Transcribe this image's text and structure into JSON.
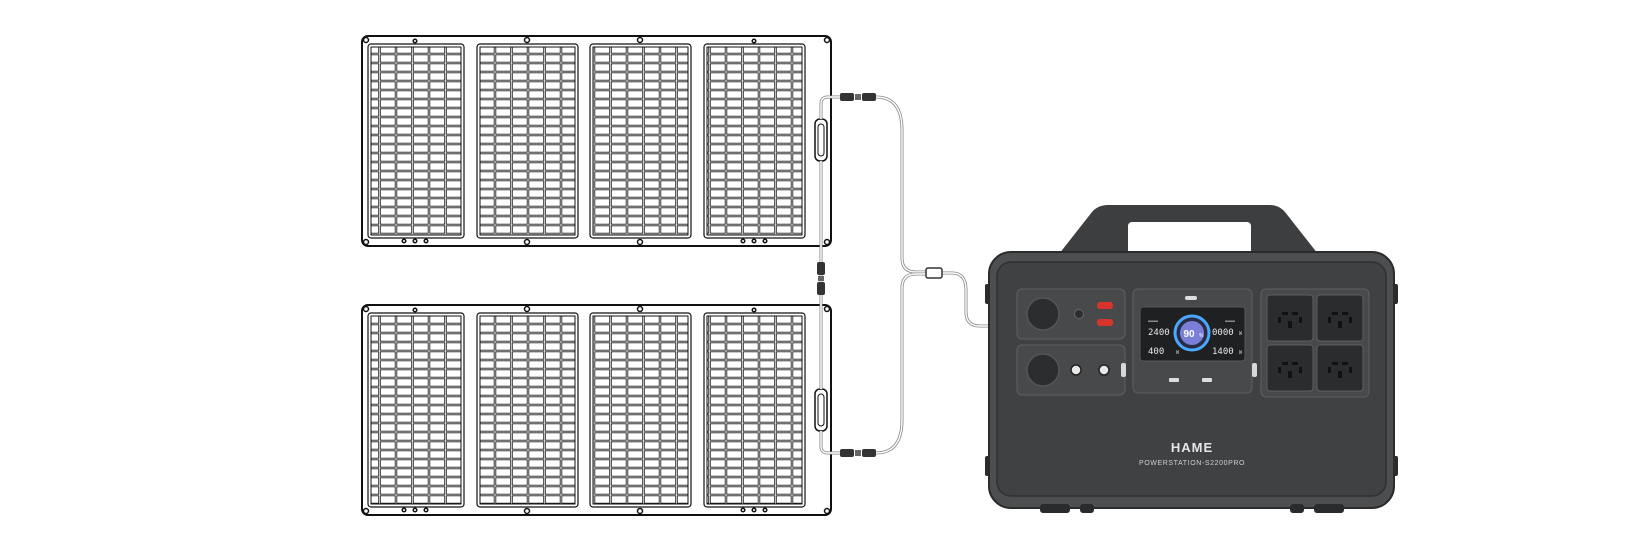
{
  "solar_panels": {
    "count": 2,
    "sections_per_panel": 4
  },
  "power_station": {
    "brand": "HAME",
    "model": "POWERSTATION-S2200PRO",
    "display": {
      "battery_percent": "90",
      "battery_unit": "%",
      "left_top": "2400",
      "left_bottom": "400",
      "right_top": "0000",
      "right_bottom": "1400",
      "unit": "W"
    },
    "ac_outlets": 4,
    "colors": {
      "body": "#4c4e50",
      "front": "#3f4143",
      "screen": "#1e2022",
      "ring": "#4aa9ff",
      "indicator": "#d9342b"
    }
  }
}
